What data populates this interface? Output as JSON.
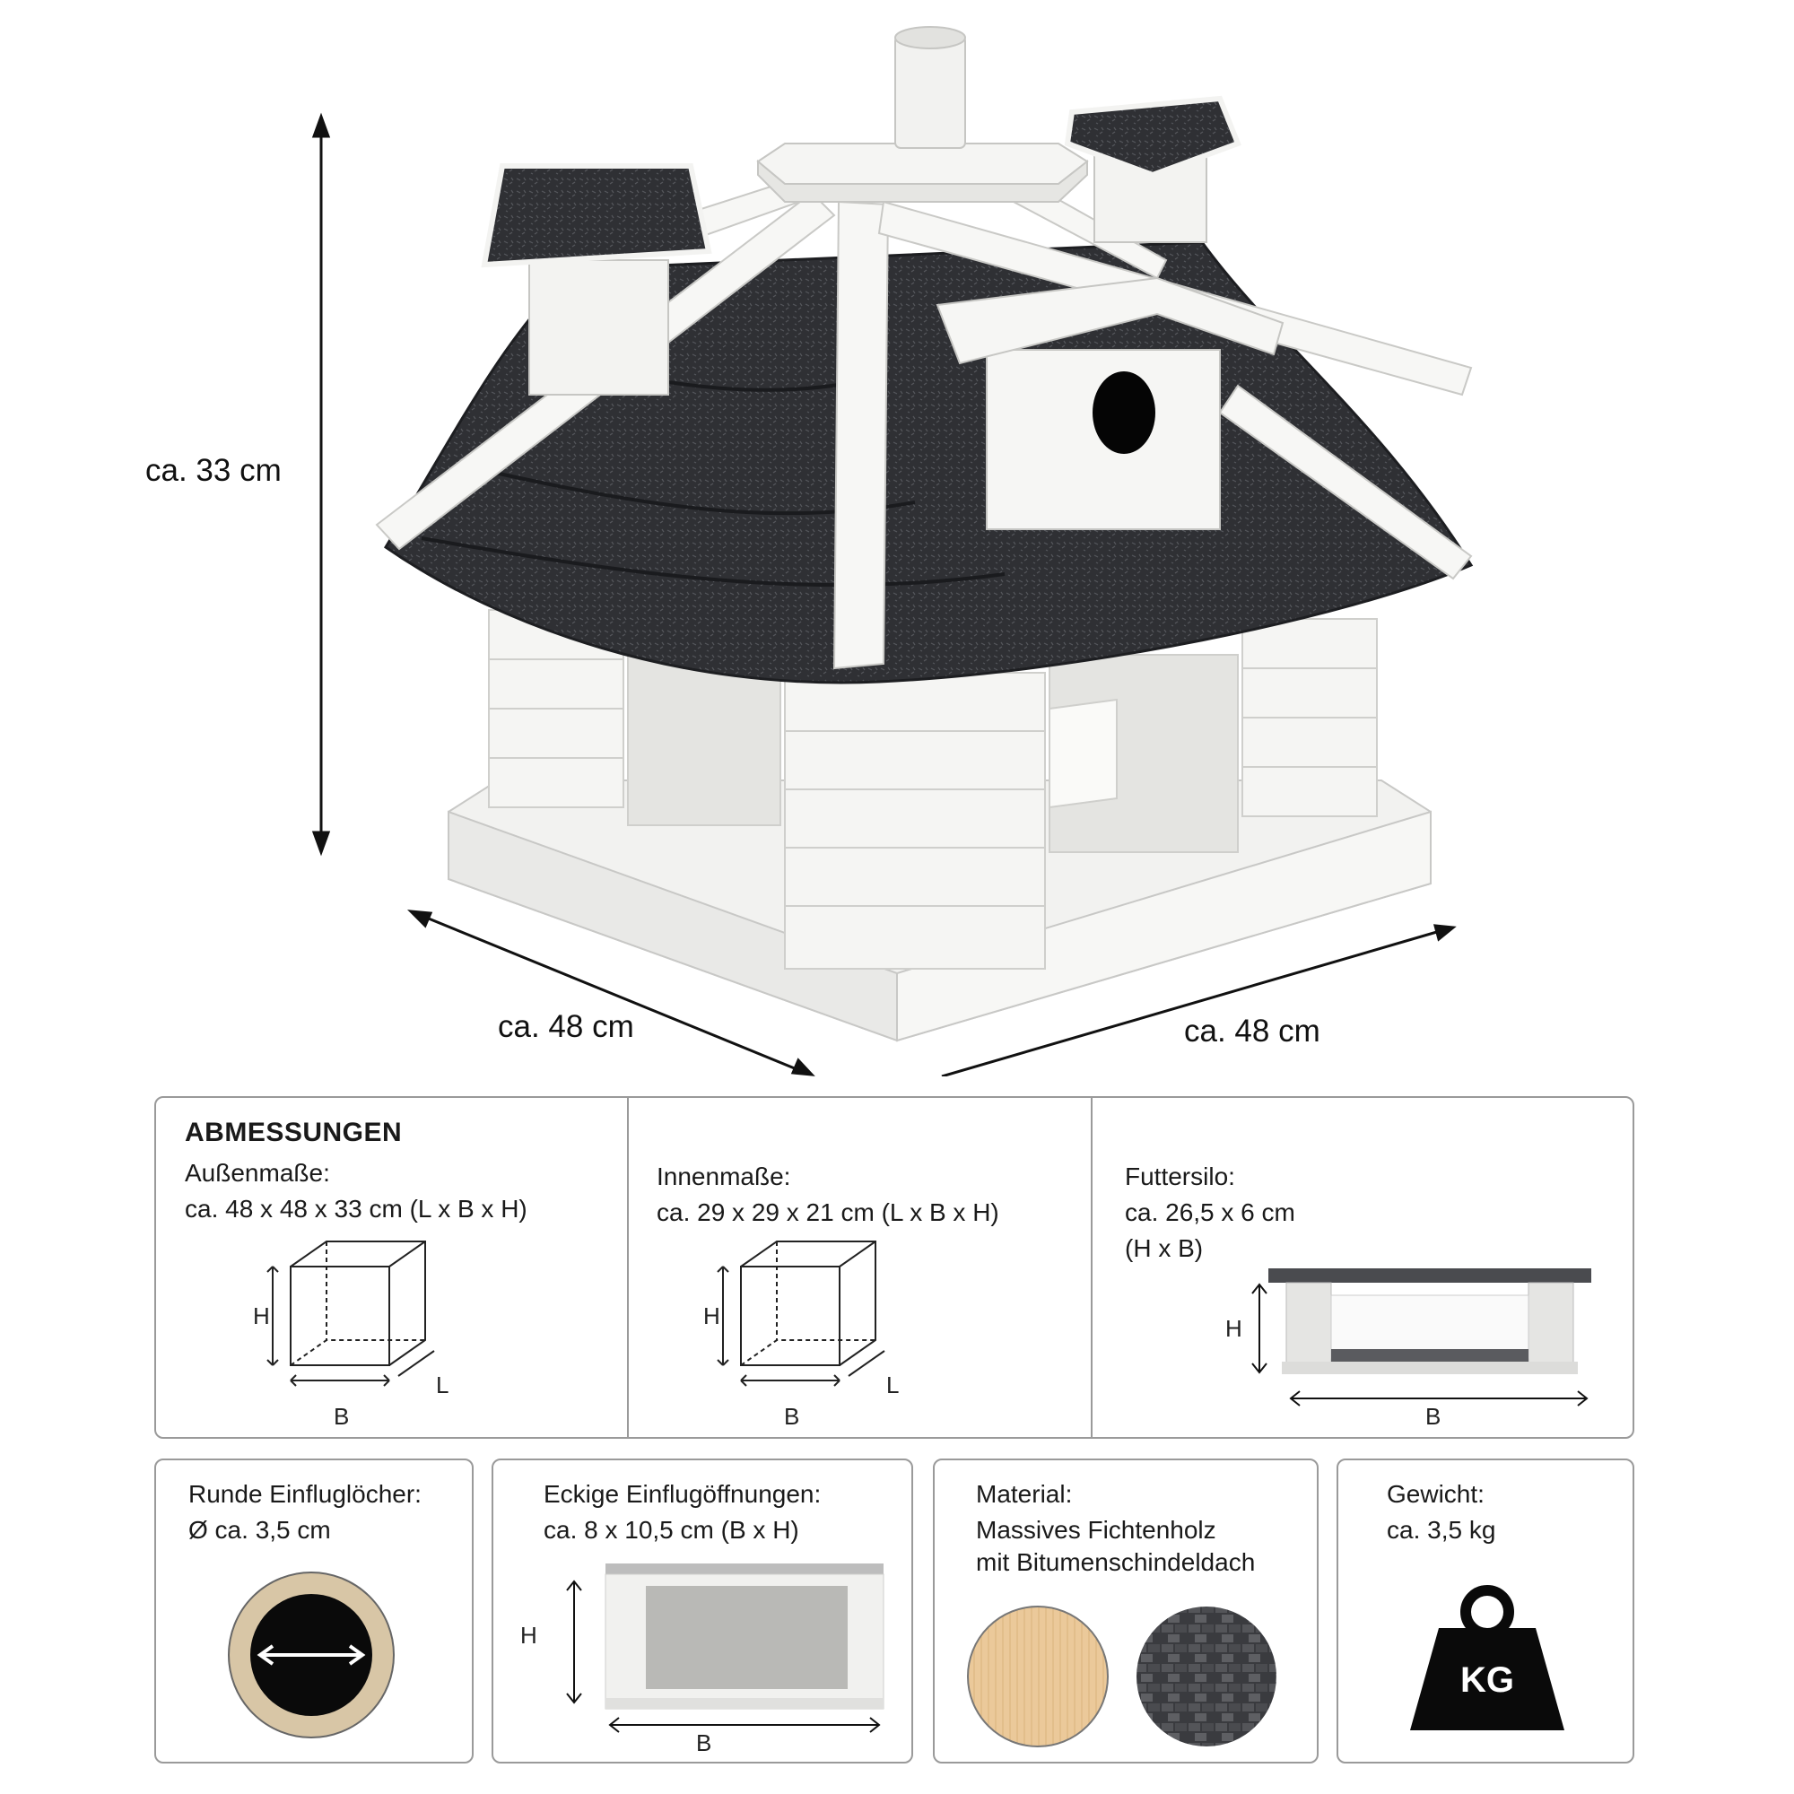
{
  "product": {
    "height_label": "ca. 33 cm",
    "length_label": "ca. 48 cm",
    "width_label": "ca. 48 cm"
  },
  "dimensions": {
    "heading": "ABMESSUNGEN",
    "outer": {
      "title": "Außenmaße:",
      "value": "ca. 48 x 48 x 33 cm (L x B x H)"
    },
    "inner": {
      "title": "Innenmaße:",
      "value": "ca. 29 x 29 x 21 cm (L x B x H)"
    },
    "silo": {
      "title": "Futtersilo:",
      "value": "ca. 26,5 x 6 cm",
      "unit": "(H x B)"
    },
    "axis": {
      "h": "H",
      "b": "B",
      "l": "L"
    }
  },
  "features": {
    "round_holes": {
      "title": "Runde Einfluglöcher:",
      "value": "Ø ca. 3,5 cm"
    },
    "square_openings": {
      "title": "Eckige Einflugöffnungen:",
      "value": "ca. 8 x 10,5 cm (B x H)"
    },
    "material": {
      "title": "Material:",
      "line1": "Massives Fichtenholz",
      "line2": "mit Bitumenschindeldach"
    },
    "weight": {
      "title": "Gewicht:",
      "value": "ca. 3,5 kg",
      "icon_text": "KG"
    }
  },
  "colors": {
    "roof": "#2e2f33",
    "wood_white": "#f4f4f2",
    "spruce": "#e8c596",
    "border": "#9a9a9a"
  },
  "icons": [
    "cube-outline-icon",
    "feeder-silo-icon",
    "round-hole-icon",
    "square-opening-icon",
    "wood-swatch-icon",
    "shingle-swatch-icon",
    "weight-kg-icon"
  ]
}
